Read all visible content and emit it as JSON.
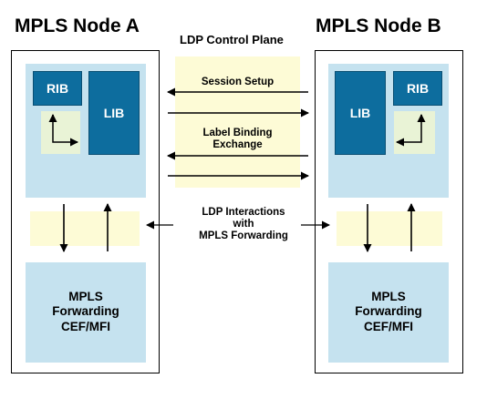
{
  "control_plane": {
    "title": "LDP Control Plane",
    "session_setup": "Session Setup",
    "label_binding_line1": "Label Binding",
    "label_binding_line2": "Exchange"
  },
  "interaction": {
    "line1": "LDP Interactions",
    "line2": "with",
    "line3": "MPLS Forwarding"
  },
  "node_a": {
    "title": "MPLS Node A",
    "rib": "RIB",
    "lib": "LIB",
    "fwd_line1": "MPLS",
    "fwd_line2": "Forwarding",
    "fwd_line3": "CEF/MFI"
  },
  "node_b": {
    "title": "MPLS Node B",
    "rib": "RIB",
    "lib": "LIB",
    "fwd_line1": "MPLS",
    "fwd_line2": "Forwarding",
    "fwd_line3": "CEF/MFI"
  },
  "colors": {
    "dark_blue": "#0d6d9e",
    "light_blue": "#c5e2ef",
    "light_yellow": "#fdfbd6",
    "pale_green": "#e9f3d6"
  }
}
